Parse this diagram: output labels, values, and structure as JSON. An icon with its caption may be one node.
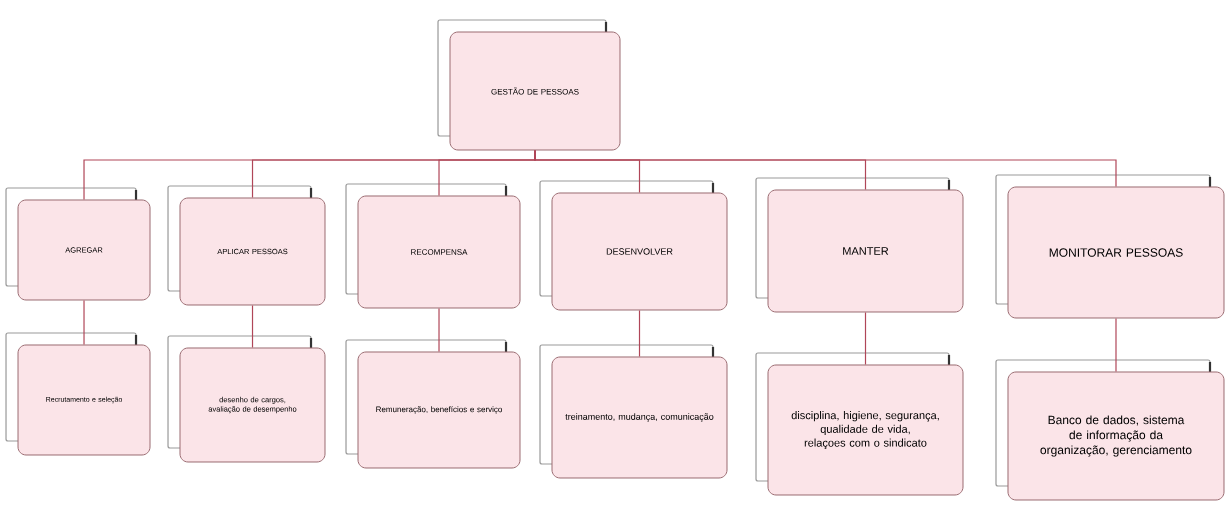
{
  "diagram": {
    "nodes": [
      {
        "text": [
          "GESTÃO DE PESSOAS"
        ]
      },
      {
        "text": [
          "AGREGAR"
        ]
      },
      {
        "text": [
          "APLICAR PESSOAS"
        ]
      },
      {
        "text": [
          "RECOMPENSA"
        ]
      },
      {
        "text": [
          "DESENVOLVER"
        ]
      },
      {
        "text": [
          "MANTER"
        ]
      },
      {
        "text": [
          "MONITORAR PESSOAS"
        ]
      },
      {
        "text": [
          "Recrutamento e seleção"
        ]
      },
      {
        "text": [
          "desenho de cargos, avaliação de desempenho"
        ]
      },
      {
        "text": [
          "Remuneração, benefícios e serviço"
        ]
      },
      {
        "text": [
          "treinamento, mudança, comunicação"
        ]
      },
      {
        "text": [
          "disciplina, higiene, segurança, qualidade de vida, relaçoes com o sindicato"
        ]
      },
      {
        "text": [
          "Banco de dados, sistema de informação da organização, gerenciamento"
        ]
      }
    ],
    "edges": [
      {
        "from": 0,
        "to": 1,
        "arrow": "none"
      },
      {
        "from": 0,
        "to": 2,
        "arrow": "none"
      },
      {
        "from": 0,
        "to": 3,
        "arrow": "none"
      },
      {
        "from": 0,
        "to": 4,
        "arrow": "none"
      },
      {
        "from": 0,
        "to": 5,
        "arrow": "none"
      },
      {
        "from": 0,
        "to": 6,
        "arrow": "none"
      },
      {
        "from": 1,
        "to": 7,
        "arrow": "none"
      },
      {
        "from": 2,
        "to": 8,
        "arrow": "none"
      },
      {
        "from": 3,
        "to": 9,
        "arrow": "none"
      },
      {
        "from": 4,
        "to": 10,
        "arrow": "none"
      },
      {
        "from": 5,
        "to": 11,
        "arrow": "none"
      },
      {
        "from": 6,
        "to": 12,
        "arrow": "none"
      }
    ]
  }
}
